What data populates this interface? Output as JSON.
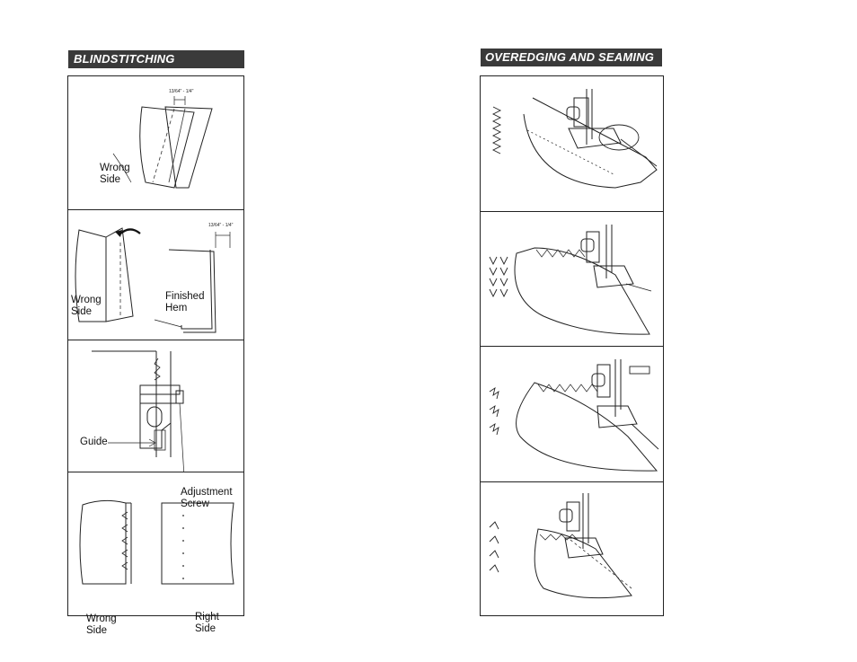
{
  "left": {
    "header": "BLINDSTITCHING",
    "panels": [
      {
        "measure": "13/64\" - 1/4\"",
        "label_line1": "Wrong",
        "label_line2": "Side"
      },
      {
        "measure": "13/64\" - 1/4\"",
        "label_a_line1": "Wrong",
        "label_a_line2": "Side",
        "label_b_line1": "Finished",
        "label_b_line2": "Hem"
      },
      {
        "label_a_line1": "Adjustment",
        "label_a_line2": "Screw",
        "label_b": "Guide"
      },
      {
        "label_a_line1": "Wrong",
        "label_a_line2": "Side",
        "label_b_line1": "Right",
        "label_b_line2": "Side"
      }
    ]
  },
  "right": {
    "header": "OVEREDGING AND SEAMING"
  }
}
